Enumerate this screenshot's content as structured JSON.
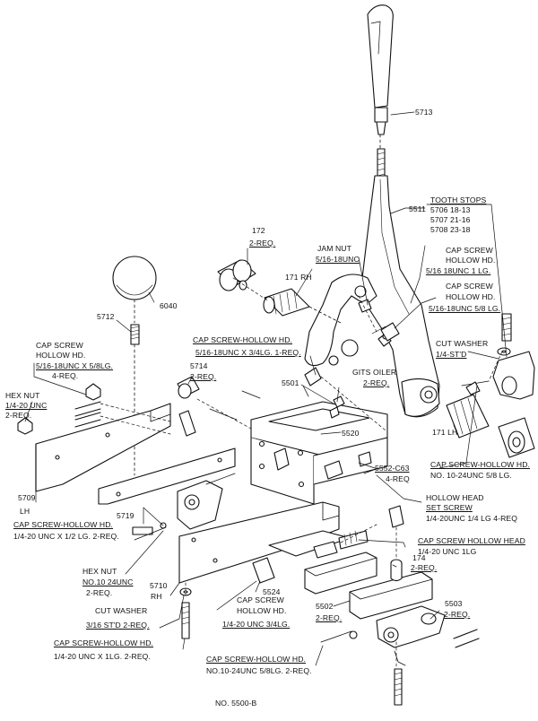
{
  "drawing_number": "NO. 5500-B",
  "labels": {
    "l5713": "5713",
    "tooth_title": "TOOTH STOPS",
    "tooth_1": "5706  18-13",
    "tooth_2": "5707  21-16",
    "tooth_3": "5708  23-18",
    "l5511": "5511",
    "l172": "172",
    "l172_req": "2-REQ.",
    "jam_1": "JAM NUT",
    "jam_2": "5/16-18UNC",
    "l171rh": "171 RH",
    "caphh_a1": "CAP SCREW",
    "caphh_a2": "HOLLOW HD.",
    "caphh_a3": "5/16 18UNC 1 LG.",
    "caphh_b1": "CAP SCREW",
    "caphh_b2": "HOLLOW HD.",
    "caphh_b3": "5/16-18UNC 5/8 LG.",
    "l6040": "6040",
    "l5712": "5712",
    "csh34_1": "CAP SCREW-HOLLOW HD.",
    "csh34_2": "5/16-18UNC X 3/4LG. 1-REQ.",
    "cutw_1": "CUT WASHER",
    "cutw_2": "1/4-ST'D",
    "csl_1": "CAP SCREW",
    "csl_2": "HOLLOW HD.",
    "csl_3": "5/16-18UNC X 5/8LG.",
    "csl_4": "4-REQ.",
    "l5714": "5714",
    "l5714_req": "2-REQ.",
    "gits_1": "GITS OILER",
    "gits_2": "2-REQ.",
    "l5501": "5501",
    "hexnut_1": "HEX NUT",
    "hexnut_2": "1/4-20 UNC",
    "hexnut_3": "2-REQ.",
    "l5520": "5520",
    "l171lh": "171 LH",
    "csr_1": "CAP SCREW-HOLLOW HD.",
    "csr_2": "NO. 10-24UNC 5/8 LG.",
    "l5552": "5552-C63",
    "l5552_req": "4-REQ",
    "l5709": "5709",
    "l5709_lh": "LH",
    "l5719": "5719",
    "hhset_1": "HOLLOW HEAD",
    "hhset_2": "SET SCREW",
    "hhset_3": "1/4-20UNC 1/4 LG 4-REQ",
    "csb_1": "CAP SCREW-HOLLOW HD.",
    "csb_2": "1/4-20 UNC X 1/2 LG. 2-REQ.",
    "cshh_1": "CAP SCREW HOLLOW HEAD",
    "cshh_2": "1/4-20 UNC 1LG",
    "l174": "174",
    "l174_req": "2-REQ.",
    "hex2_1": "HEX NUT",
    "hex2_2": "NO.10 24UNC",
    "hex2_3": "2-REQ.",
    "l5710": "5710",
    "l5710_rh": "RH",
    "l5524": "5524",
    "cs34_1": "CAP SCREW",
    "cs34_2": "HOLLOW HD.",
    "cs34_3": "1/4-20 UNC 3/4LG.",
    "l5502": "5502",
    "l5502_req": "2-REQ.",
    "l5503": "5503",
    "l5503_req": "2-REQ.",
    "cw_1": "CUT  WASHER",
    "cw_2": "3/16 ST'D 2-REQ.",
    "csx_1": "CAP SCREW-HOLLOW HD.",
    "csx_2": "1/4-20 UNC X 1LG. 2-REQ.",
    "csn_1": "CAP SCREW-HOLLOW HD.",
    "csn_2": "NO.10-24UNC 5/8LG. 2-REQ."
  }
}
